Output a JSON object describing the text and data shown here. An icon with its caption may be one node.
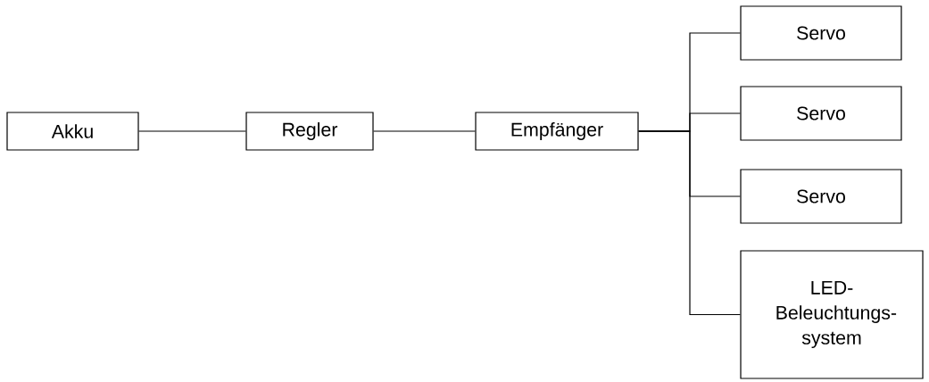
{
  "diagram": {
    "nodes": [
      {
        "text": [
          "Akku"
        ]
      },
      {
        "text": [
          "Regler"
        ]
      },
      {
        "text": [
          "Empfänger"
        ]
      },
      {
        "text": [
          "Servo"
        ]
      },
      {
        "text": [
          "Servo"
        ]
      },
      {
        "text": [
          "Servo"
        ]
      },
      {
        "text": [
          "LED-Beleuchtungs-system"
        ]
      }
    ],
    "edges": [
      {
        "from": 0,
        "to": 1,
        "arrow": "none"
      },
      {
        "from": 1,
        "to": 2,
        "arrow": "none"
      },
      {
        "from": 2,
        "to": 3,
        "arrow": "none"
      },
      {
        "from": 2,
        "to": 4,
        "arrow": "none"
      },
      {
        "from": 2,
        "to": 5,
        "arrow": "none"
      },
      {
        "from": 2,
        "to": 6,
        "arrow": "none"
      }
    ]
  }
}
